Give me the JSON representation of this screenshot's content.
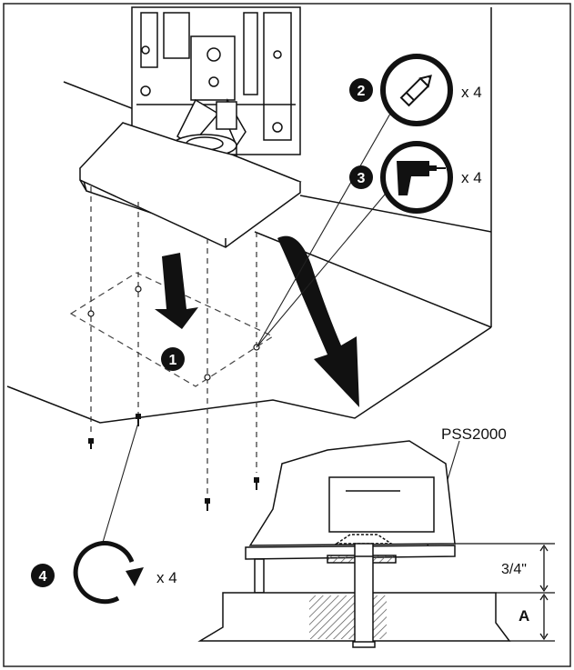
{
  "steps": [
    {
      "number": "1"
    },
    {
      "number": "2",
      "quantity": "x 4",
      "icon": "pencil-icon"
    },
    {
      "number": "3",
      "quantity": "x 4",
      "icon": "drill-icon"
    },
    {
      "number": "4",
      "quantity": "x 4",
      "icon": "rotate-clockwise-icon"
    }
  ],
  "detail": {
    "part_label": "PSS2000",
    "thickness_label": "3/4\"",
    "dimension_label": "A"
  }
}
